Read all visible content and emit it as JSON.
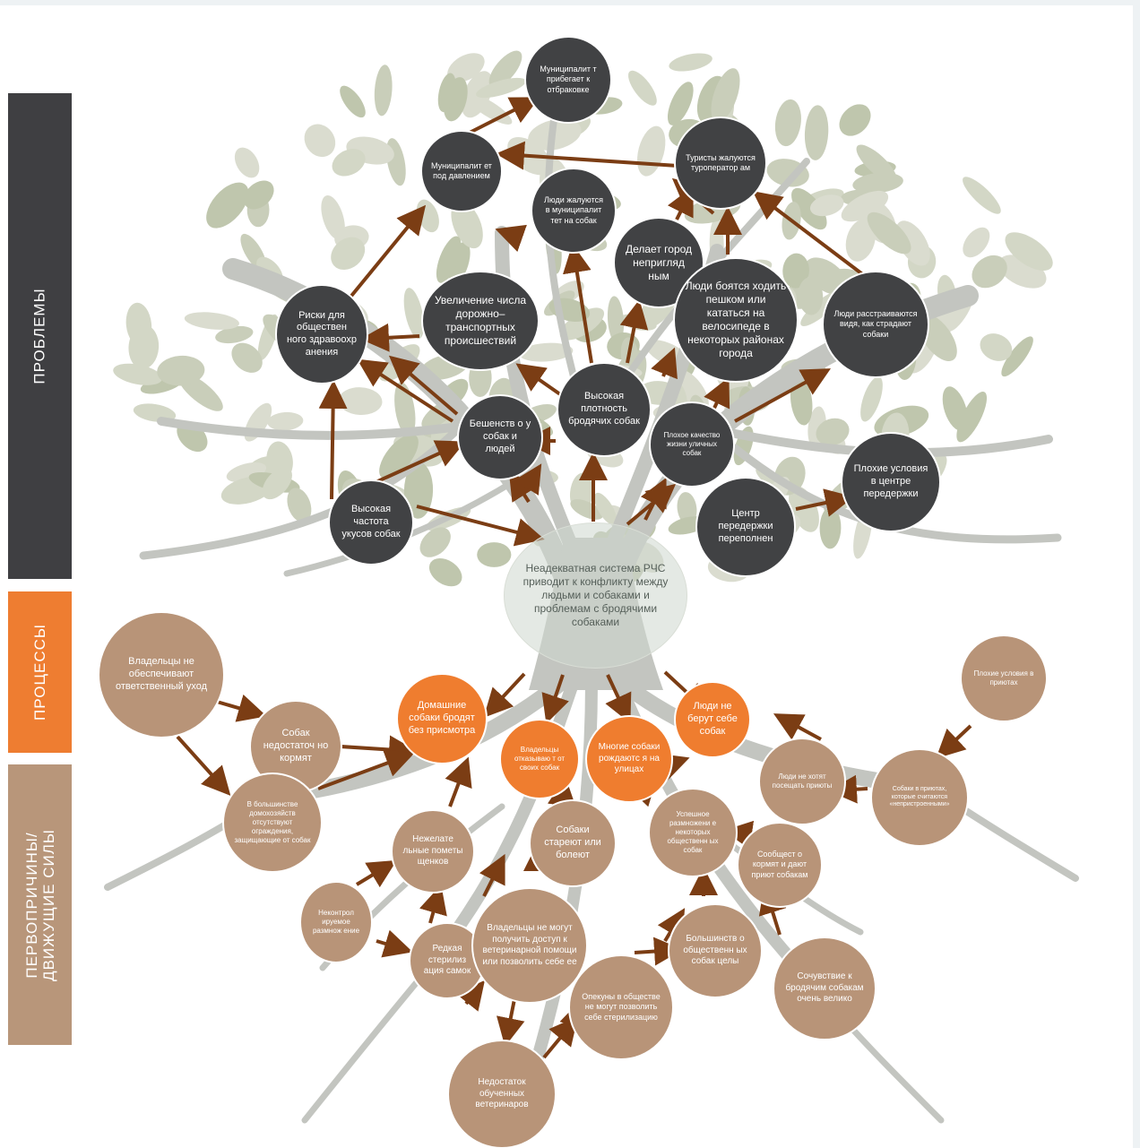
{
  "sidebar": {
    "problems": "ПРОБЛЕМЫ",
    "processes": "ПРОЦЕССЫ",
    "causes_line1": "ПЕРВОПРИЧИНЫ/",
    "causes_line2": "ДВИЖУЩИЕ СИЛЫ"
  },
  "colors": {
    "problem": "#414244",
    "process": "#ef7d2f",
    "cause": "#b89478",
    "arrow": "#7b3d14",
    "tree": "#c9ceba"
  },
  "nodes": {
    "center": "Неадекватная система РЧС приводит к конфликту между людьми и собаками и проблемам с бродячими собаками",
    "mun_loss": "Муниципалит т прибегает к отбраковке",
    "mun_pressure": "Муниципалит ет под давлением",
    "tourists": "Туристы жалуются туроператор ам",
    "people_complain": "Люди жалуются в муниципалит тет на собак",
    "unattractive": "Делает город непригляд ным",
    "afraid": "Люди боятся ходить пешком или кататься на велосипеде в некоторых районах города",
    "traffic": "Увеличение числа дорожно–транспортных происшествий",
    "health_risk": "Риски для обществен ного здравоохр анения",
    "upset": "Люди расстраиваются видя, как страдают собаки",
    "high_density": "Высокая плотность бродячих собак",
    "rabies": "Бешенств о у собак и людей",
    "poor_quality": "Плохое качество жизни уличных собак",
    "bites": "Высокая частота укусов собак",
    "shelter_full": "Центр передержки переполнен",
    "poor_conditions": "Плохие условия в центре передержки",
    "owners_care": "Владельцы не обеспечивают ответственный уход",
    "underfed": "Собак недостаточ но кормят",
    "roam": "Домашние собаки бродят без присмотра",
    "abandon": "Владельцы отказываю т от своих собак",
    "born_street": "Многие собаки рождаютс я на улицах",
    "no_take": "Люди не берут себе собак",
    "shelter_bad": "Плохие условия в приютах",
    "no_visit": "Люди не хотят посещать приюты",
    "seen_unadoptable": "Собаки в приютах, которые считаются «непристроенными»",
    "no_fences": "В большинстве домохозяйств отсутствуют ограждения, защищающие от собак",
    "unwanted_litters": "Нежелате льные пометы щенков",
    "aging": "Собаки стареют или болеют",
    "breeding_community": "Успешное размножени е некоторых общественн ых собак",
    "feeding_community": "Сообщест о кормят и дают приют собакам",
    "uncontrolled": "Неконтрол ируемое размнож ение",
    "rare_sterilization": "Редкая стерилиз ация самок",
    "no_vet_access": "Владельцы не могут получить доступ к ветеринарной помощи или позволить себе ее",
    "community_intact": "Большинств о общественн ых собак целы",
    "sympathy": "Сочувствие к бродячим собакам очень велико",
    "cant_afford": "Опекуны в обществе не могут позволить себе стерилизацию",
    "few_vets": "Недостаток обученных ветеринаров"
  }
}
